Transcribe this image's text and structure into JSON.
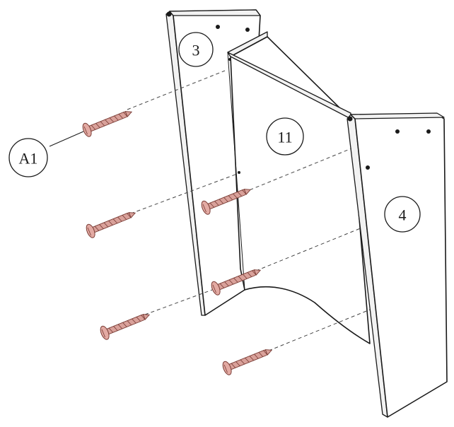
{
  "diagram": {
    "parts": [
      {
        "id": "panel-3",
        "label": "3"
      },
      {
        "id": "panel-11",
        "label": "11"
      },
      {
        "id": "panel-4",
        "label": "4"
      }
    ],
    "hardware": {
      "label": "A1",
      "count": 6
    },
    "colors": {
      "line": "#1a1a1a",
      "screw": "#d9a19a",
      "screw_outline": "#7a3d36"
    }
  }
}
